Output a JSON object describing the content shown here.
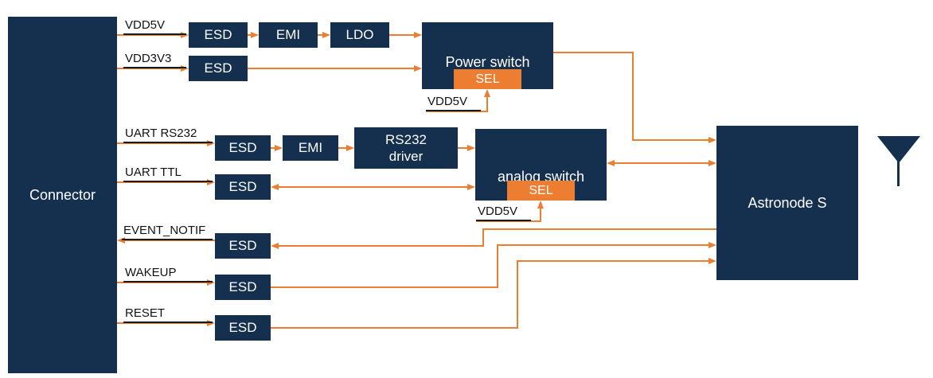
{
  "colors": {
    "navy": "#14304E",
    "orange": "#ED7D31",
    "label_text": "#111111",
    "background": "#FFFFFF"
  },
  "blocks": {
    "connector": "Connector",
    "esd": "ESD",
    "emi": "EMI",
    "ldo": "LDO",
    "power_switch": "Power switch",
    "analog_switch": "analog switch",
    "rs232_driver": {
      "line1": "RS232",
      "line2": "driver"
    },
    "sel": "SEL",
    "astronode": "Astronode S"
  },
  "signals": {
    "vdd5v": "VDD5V",
    "vdd3v3": "VDD3V3",
    "uart_rs232": "UART RS232",
    "uart_ttl": "UART TTL",
    "event_notif": "EVENT_NOTIF",
    "wakeup": "WAKEUP",
    "reset": "RESET",
    "power_sel_supply": "VDD5V",
    "analog_sel_supply": "VDD5V"
  }
}
